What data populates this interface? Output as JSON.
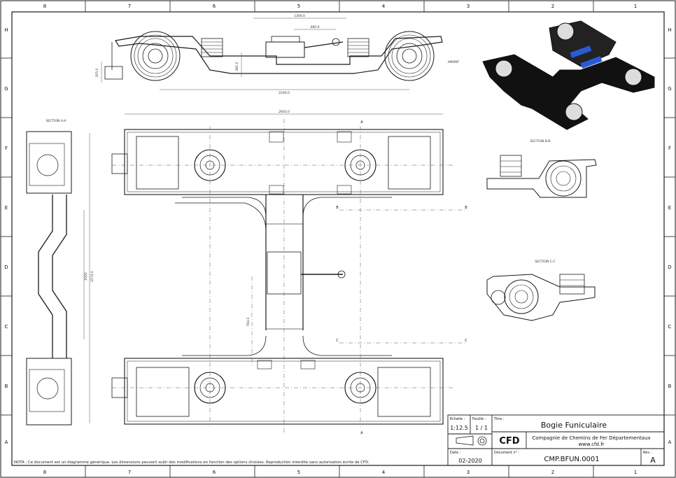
{
  "sheet": {
    "col_labels_top": [
      "8",
      "7",
      "6",
      "5",
      "4",
      "3",
      "2",
      "1"
    ],
    "row_labels": [
      "H",
      "G",
      "F",
      "E",
      "D",
      "C",
      "B",
      "A"
    ]
  },
  "views": {
    "section_aa": "SECTION A-A",
    "section_bb": "SECTION B-B",
    "section_cc": "SECTION C-C",
    "amont": "AMONT"
  },
  "dimensions": {
    "d1": "1300.0",
    "d2": "460.0",
    "d3": "2200.0",
    "d4": "2603.0",
    "d5": "360.0",
    "d6": "2000",
    "d7": "2574.0",
    "d8": "764.0",
    "d9": "205.0"
  },
  "section_marks": [
    "A",
    "A",
    "B",
    "B",
    "C",
    "C"
  ],
  "title_block": {
    "echelle_label": "Echelle :",
    "echelle_value": "1:12.5",
    "feuille_label": "Feuille :",
    "feuille_value": "1 / 1",
    "titre_label": "Titre :",
    "titre_value": "Bogie Funiculaire",
    "logo": "CFD",
    "company_line1": "Compagnie de Chemins de Fer Départementaux",
    "company_line2": "www.cfd.fr",
    "date_label": "Date :",
    "date_value": "02-2020",
    "doc_label": "Document n° :",
    "doc_value": "CMP.BFUN.0001",
    "rev_label": "Rév :",
    "rev_value": "A"
  },
  "note": "NOTA : Ce document est un diagramme générique. Les dimensions peuvent subir des modifications en fonction des options choisies. Reproduction interdite sans autorisation écrite de CFD.",
  "colors": {
    "line": "#1a1a1a",
    "thin": "#555555",
    "accent": "#2a5bd7"
  }
}
